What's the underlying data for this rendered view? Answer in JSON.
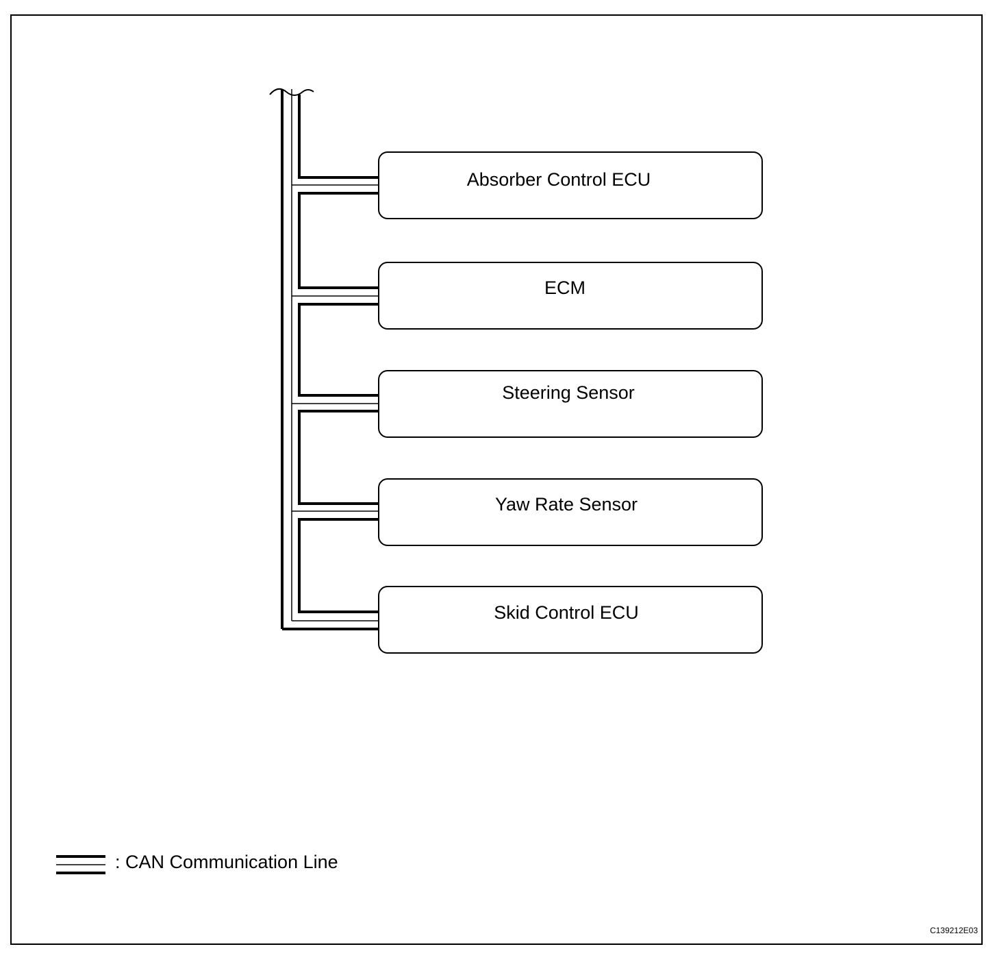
{
  "nodes": [
    "Absorber Control ECU",
    "ECM",
    "Steering Sensor",
    "Yaw Rate Sensor",
    "Skid Control ECU"
  ],
  "legend": {
    "label": ": CAN Communication Line"
  },
  "figure_code": "C139212E03",
  "colors": {
    "line": "#000000",
    "background": "#ffffff"
  }
}
